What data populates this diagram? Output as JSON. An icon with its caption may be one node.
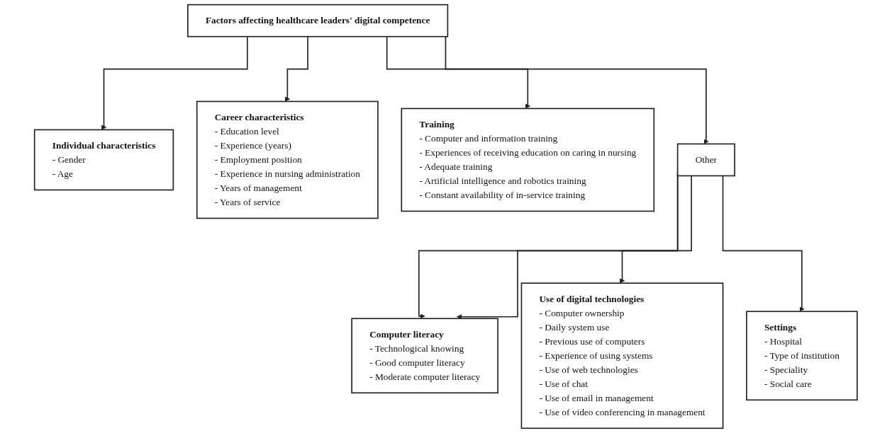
{
  "diagram": {
    "nodes": [
      {
        "text": [
          "Factors affecting healthcare leaders' digital competence"
        ]
      },
      {
        "text": [
          "Individual characteristics",
          "- Gender",
          "- Age"
        ]
      },
      {
        "text": [
          "Career characteristics",
          "- Education level",
          "- Experience (years)",
          "- Employment position",
          "- Experience in nursing administration",
          "- Years of management",
          "- Years of service"
        ]
      },
      {
        "text": [
          "Training",
          "- Computer and information training",
          "- Experiences of receiving education on caring in nursing",
          "- Adequate training",
          "- Artificial intelligence and robotics training",
          "- Constant availability of in-service training"
        ]
      },
      {
        "text": [
          "Other"
        ]
      },
      {
        "text": [
          "Use of digital technologies",
          "- Computer ownership",
          "- Daily system use",
          "- Previous use of computers",
          "- Experience of using systems",
          "- Use of web technologies",
          "- Use of chat",
          "- Use of email in management",
          "- Use of video conferencing in management"
        ]
      },
      {
        "text": [
          "Settings",
          "- Hospital",
          "- Type of institution",
          "- Speciality",
          "- Social care"
        ]
      },
      {
        "text": [
          "Computer literacy",
          "- Technological knowing",
          "- Good computer literacy",
          "- Moderate computer literacy"
        ]
      }
    ],
    "edges": [
      {
        "from": 0,
        "to": 1,
        "arrow": "to"
      },
      {
        "from": 0,
        "to": 2,
        "arrow": "to"
      },
      {
        "from": 0,
        "to": 3,
        "arrow": "to"
      },
      {
        "from": 0,
        "to": 4,
        "arrow": "to"
      },
      {
        "from": 4,
        "to": 7,
        "arrow": "to"
      },
      {
        "from": 4,
        "to": 5,
        "arrow": "to"
      },
      {
        "from": 4,
        "to": 6,
        "arrow": "to"
      },
      {
        "from": 4,
        "to": 7,
        "arrow": "to"
      }
    ]
  }
}
